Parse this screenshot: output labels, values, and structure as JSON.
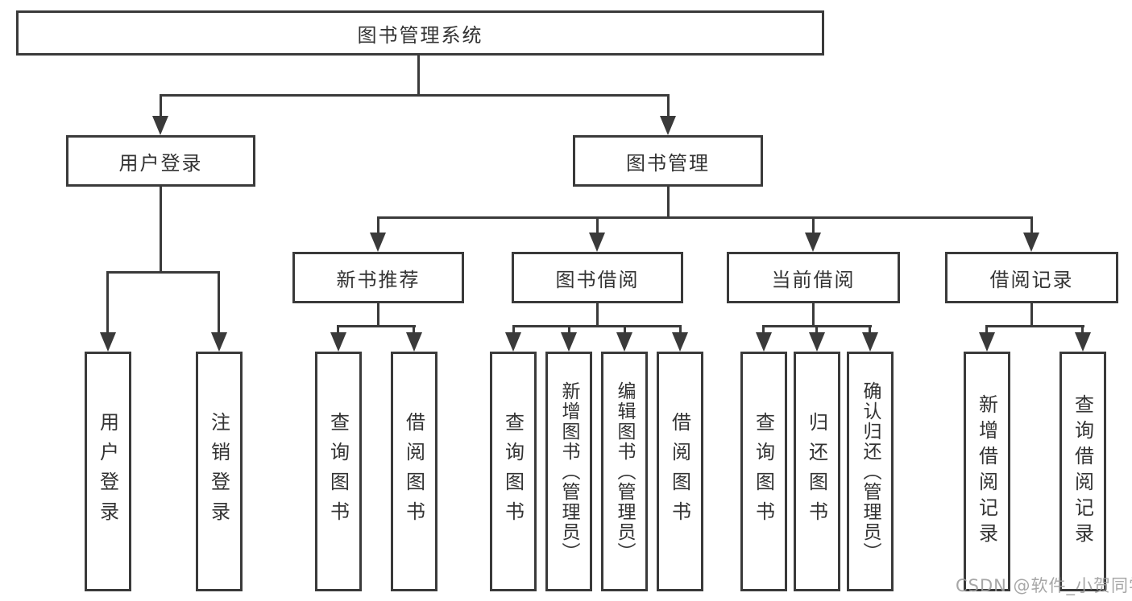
{
  "diagram": {
    "root_label": "图书管理系统",
    "level2": [
      "用户登录",
      "图书管理"
    ],
    "level3": [
      "新书推荐",
      "图书借阅",
      "当前借阅",
      "借阅记录"
    ],
    "leaves": {
      "user_login": [
        "用户登录",
        "注销登录"
      ],
      "new_book_recommend": [
        "查询图书",
        "借阅图书"
      ],
      "book_borrow": [
        "查询图书",
        "新增图书（管理员）",
        "编辑图书（管理员）",
        "借阅图书"
      ],
      "current_borrow": [
        "查询图书",
        "归还图书",
        "确认归还（管理员）"
      ],
      "borrow_records": [
        "新增借阅记录",
        "查询借阅记录"
      ]
    },
    "watermark": "CSDN @软件_小贺同学",
    "colors": {
      "line": "#3a3a3a",
      "text": "#333333",
      "watermark": "#9e9e9e",
      "background": "#ffffff"
    }
  }
}
